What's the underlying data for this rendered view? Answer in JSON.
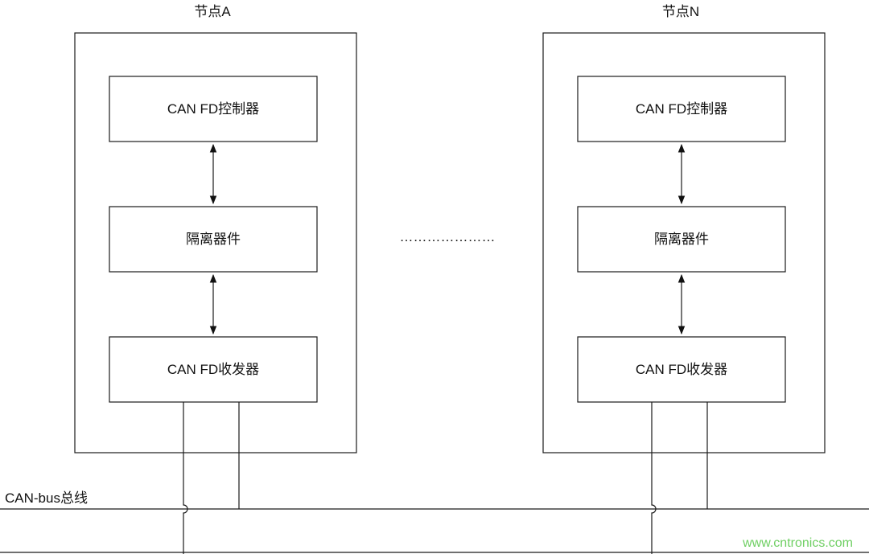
{
  "diagram": {
    "nodes": [
      {
        "title": "节点A",
        "blocks": {
          "controller": "CAN FD控制器",
          "isolator": "隔离器件",
          "transceiver": "CAN FD收发器"
        }
      },
      {
        "title": "节点N",
        "blocks": {
          "controller": "CAN FD控制器",
          "isolator": "隔离器件",
          "transceiver": "CAN FD收发器"
        }
      }
    ],
    "ellipsis": "…………………",
    "bus_label": "CAN-bus总线",
    "watermark": "www.cntronics.com"
  }
}
